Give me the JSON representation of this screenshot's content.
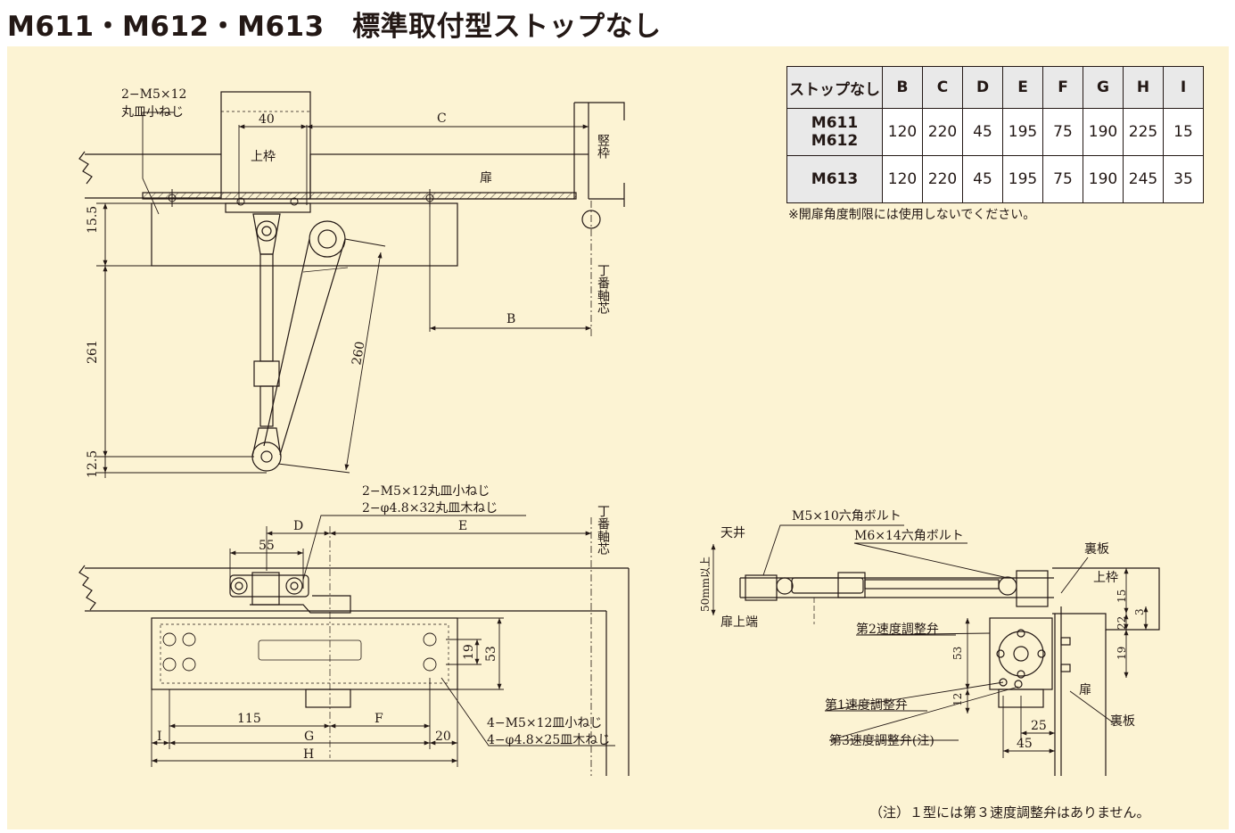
{
  "title": "M611・M612・M613　標準取付型ストップなし",
  "table": {
    "header": [
      "ストップなし",
      "B",
      "C",
      "D",
      "E",
      "F",
      "G",
      "H",
      "I"
    ],
    "rows": [
      {
        "model": [
          "M611",
          "M612"
        ],
        "values": [
          "120",
          "220",
          "45",
          "195",
          "75",
          "190",
          "225",
          "15"
        ]
      },
      {
        "model": [
          "M613"
        ],
        "values": [
          "120",
          "220",
          "45",
          "195",
          "75",
          "190",
          "245",
          "35"
        ]
      }
    ]
  },
  "table_note": "※開扉角度制限には使用しないでください。",
  "footnote": "（注）１型には第３速度調整弁はありません。",
  "labels": {
    "screw_2": [
      "2−M5×12",
      "丸皿小ねじ"
    ],
    "d40": "40",
    "dC": "C",
    "upper_frame": "上枠",
    "door": "扉",
    "jamb": "竪枠",
    "d15_5": "15.5",
    "d261": "261",
    "d260": "260",
    "d12_5": "12.5",
    "dB": "B",
    "hinge_axis": "丁番軸芯",
    "screw_note_top": [
      "2−M5×12丸皿小ねじ",
      "2−φ4.8×32丸皿木ねじ"
    ],
    "dD": "D",
    "dE": "E",
    "d55": "55",
    "d19": "19",
    "d53": "53",
    "d115": "115",
    "dF": "F",
    "dI": "I",
    "dG": "G",
    "d20": "20",
    "dH": "H",
    "screw_note_bottom": [
      "4−M5×12皿小ねじ",
      "4−φ4.8×25皿木ねじ"
    ],
    "bolt_m5": "M5×10六角ボルト",
    "bolt_m6": "M6×14六角ボルト",
    "ceiling": "天井",
    "d50": "50mm以上",
    "door_top": "扉上端",
    "back_plate": "裏板",
    "upper_frame_r": "上枠",
    "d15": "15",
    "d3": "3",
    "d22": "22",
    "d19r": "19",
    "d53r": "53",
    "d12": "12",
    "valve2": "第2速度調整弁",
    "valve1": "第1速度調整弁",
    "valve3": "第3速度調整弁(注)",
    "door_r": "扉",
    "back_plate2": "裏板",
    "d25": "25",
    "d45": "45"
  }
}
